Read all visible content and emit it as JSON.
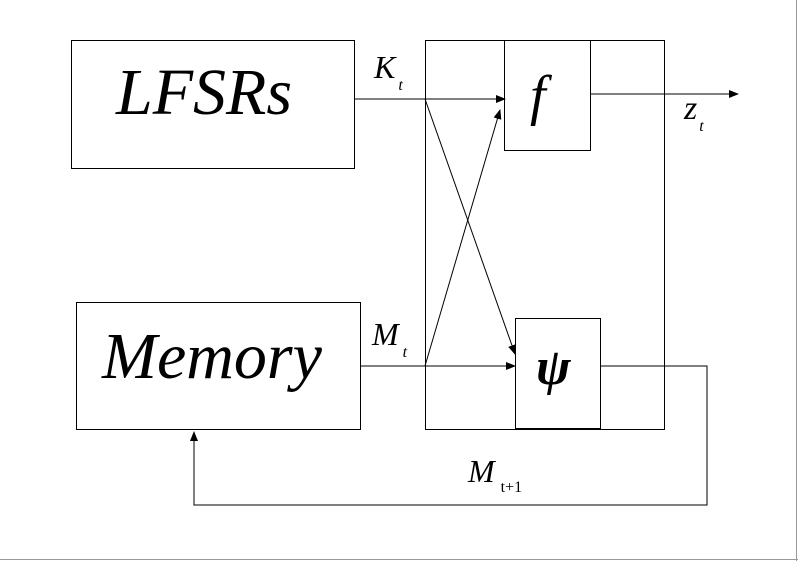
{
  "blocks": {
    "lfsrs": "LFSRs",
    "memory": "Memory",
    "f": "f",
    "psi": "ψ"
  },
  "signals": {
    "k": {
      "main": "K",
      "sub": "t"
    },
    "m": {
      "main": "M",
      "sub": "t"
    },
    "z": {
      "main": "z",
      "sub": "t"
    },
    "m_next": {
      "main": "M",
      "sub": "t+1"
    }
  }
}
